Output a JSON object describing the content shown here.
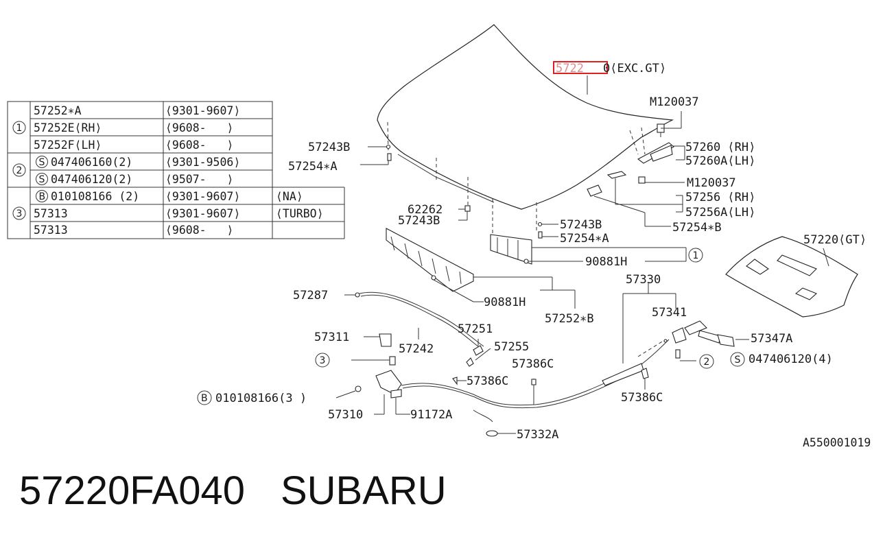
{
  "highlight_color": "#e02020",
  "catalog_id": "A550001019",
  "caption": {
    "part_number": "57220FA040",
    "brand": "SUBARU"
  },
  "table": {
    "rows": [
      {
        "group": "1",
        "part": "57252∗A",
        "dates": "⟨9301-9607⟩",
        "note": ""
      },
      {
        "group": "",
        "part": "57252E⟨RH⟩",
        "dates": "⟨9608-   ⟩",
        "note": ""
      },
      {
        "group": "",
        "part": "57252F⟨LH⟩",
        "dates": "⟨9608-   ⟩",
        "note": ""
      },
      {
        "group": "2",
        "part": "047406160(2)",
        "prefix": "S",
        "dates": "⟨9301-9506⟩",
        "note": ""
      },
      {
        "group": "",
        "part": "047406120(2)",
        "prefix": "S",
        "dates": "⟨9507-   ⟩",
        "note": ""
      },
      {
        "group": "3",
        "part": "010108166 (2)",
        "prefix": "B",
        "dates": "⟨9301-9607⟩",
        "note": "⟨NA⟩"
      },
      {
        "group": "",
        "part": "57313",
        "dates": "⟨9301-9607⟩",
        "note": "⟨TURBO⟩"
      },
      {
        "group": "",
        "part": "57313",
        "dates": "⟨9608-   ⟩",
        "note": ""
      }
    ]
  },
  "labels": {
    "hood_exc_gt_hl": "5722",
    "hood_exc_gt_rest": "0⟨EXC.GT⟩",
    "m120037_top": "M120037",
    "p57243b_left": "57243B",
    "p57254a_left": "57254∗A",
    "p57260_rh": "57260 ⟨RH⟩",
    "p57260a_lh": "57260A⟨LH⟩",
    "m120037_mid": "M120037",
    "p57256_rh": "57256 ⟨RH⟩",
    "p57256a_lh": "57256A⟨LH⟩",
    "p62262": "62262",
    "p57243b_mid": "57243B",
    "p57243b_right": "57243B",
    "p57254a_right": "57254∗A",
    "p57254b": "57254∗B",
    "p90881h_right": "90881H",
    "circle_1": "1",
    "p57220_gt": "57220⟨GT⟩",
    "p57330": "57330",
    "p57287": "57287",
    "p90881h_left": "90881H",
    "p57252b": "57252∗B",
    "p57341": "57341",
    "p57311": "57311",
    "p57251": "57251",
    "p57242": "57242",
    "p57255": "57255",
    "p57347a": "57347A",
    "circle_3": "3",
    "p57386c_top": "57386C",
    "circle_2": "2",
    "s047406120": "047406120(4)",
    "s_prefix": "S",
    "p57386c_mid": "57386C",
    "b010108166": "010108166(3 )",
    "b_prefix": "B",
    "p57386c_right": "57386C",
    "p57310": "57310",
    "p91172a": "91172A",
    "p57332a": "57332A"
  }
}
